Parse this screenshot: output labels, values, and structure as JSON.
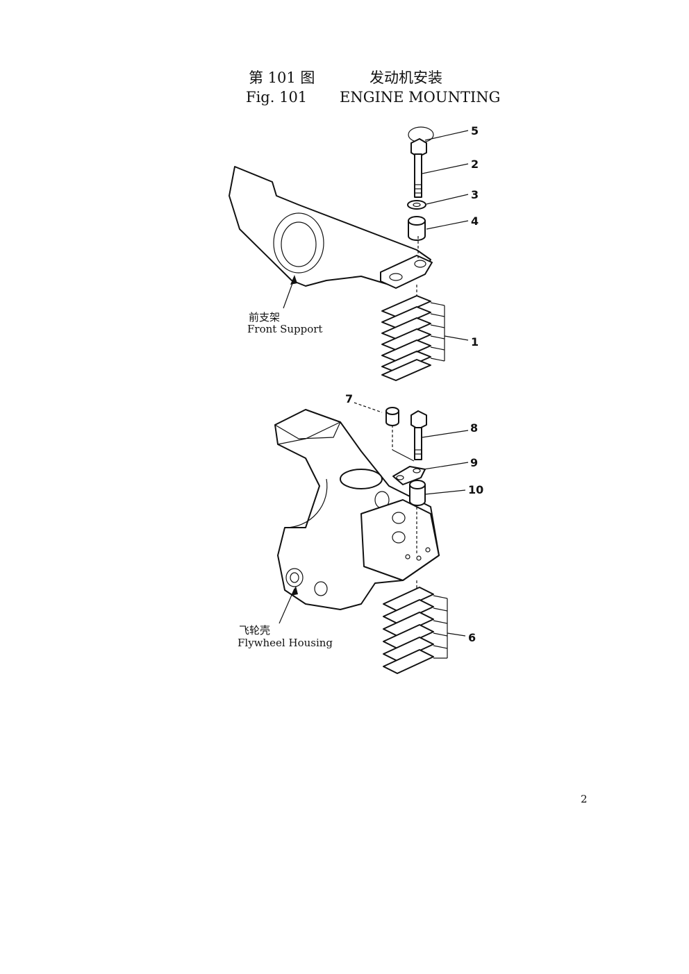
{
  "header": {
    "fig_label_zh": "第 101 图",
    "fig_title_zh": "发动机安装",
    "fig_label_en": "Fig. 101",
    "fig_title_en": "ENGINE MOUNTING"
  },
  "upper_assembly": {
    "label_zh": "前支架",
    "label_en": "Front Support",
    "callouts": [
      "5",
      "2",
      "3",
      "4",
      "1"
    ]
  },
  "lower_assembly": {
    "label_zh": "飞轮壳",
    "label_en": "Flywheel Housing",
    "callouts": [
      "7",
      "8",
      "9",
      "10",
      "6"
    ]
  },
  "page_number": "2"
}
